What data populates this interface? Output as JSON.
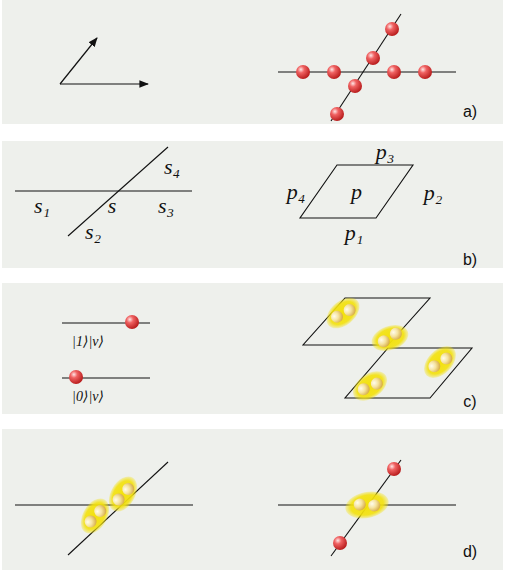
{
  "diagram": {
    "nodes": [
      {
        "text": [
          "p"
        ]
      }
    ],
    "labels": [
      "a)",
      "s₄",
      "s₁",
      "s",
      "s₃",
      "s₂",
      "p₃",
      "p₄",
      "p₂",
      "p₁",
      "b)",
      "|1⟩|v⟩",
      "|0⟩|v⟩",
      "c)",
      "d)"
    ]
  }
}
